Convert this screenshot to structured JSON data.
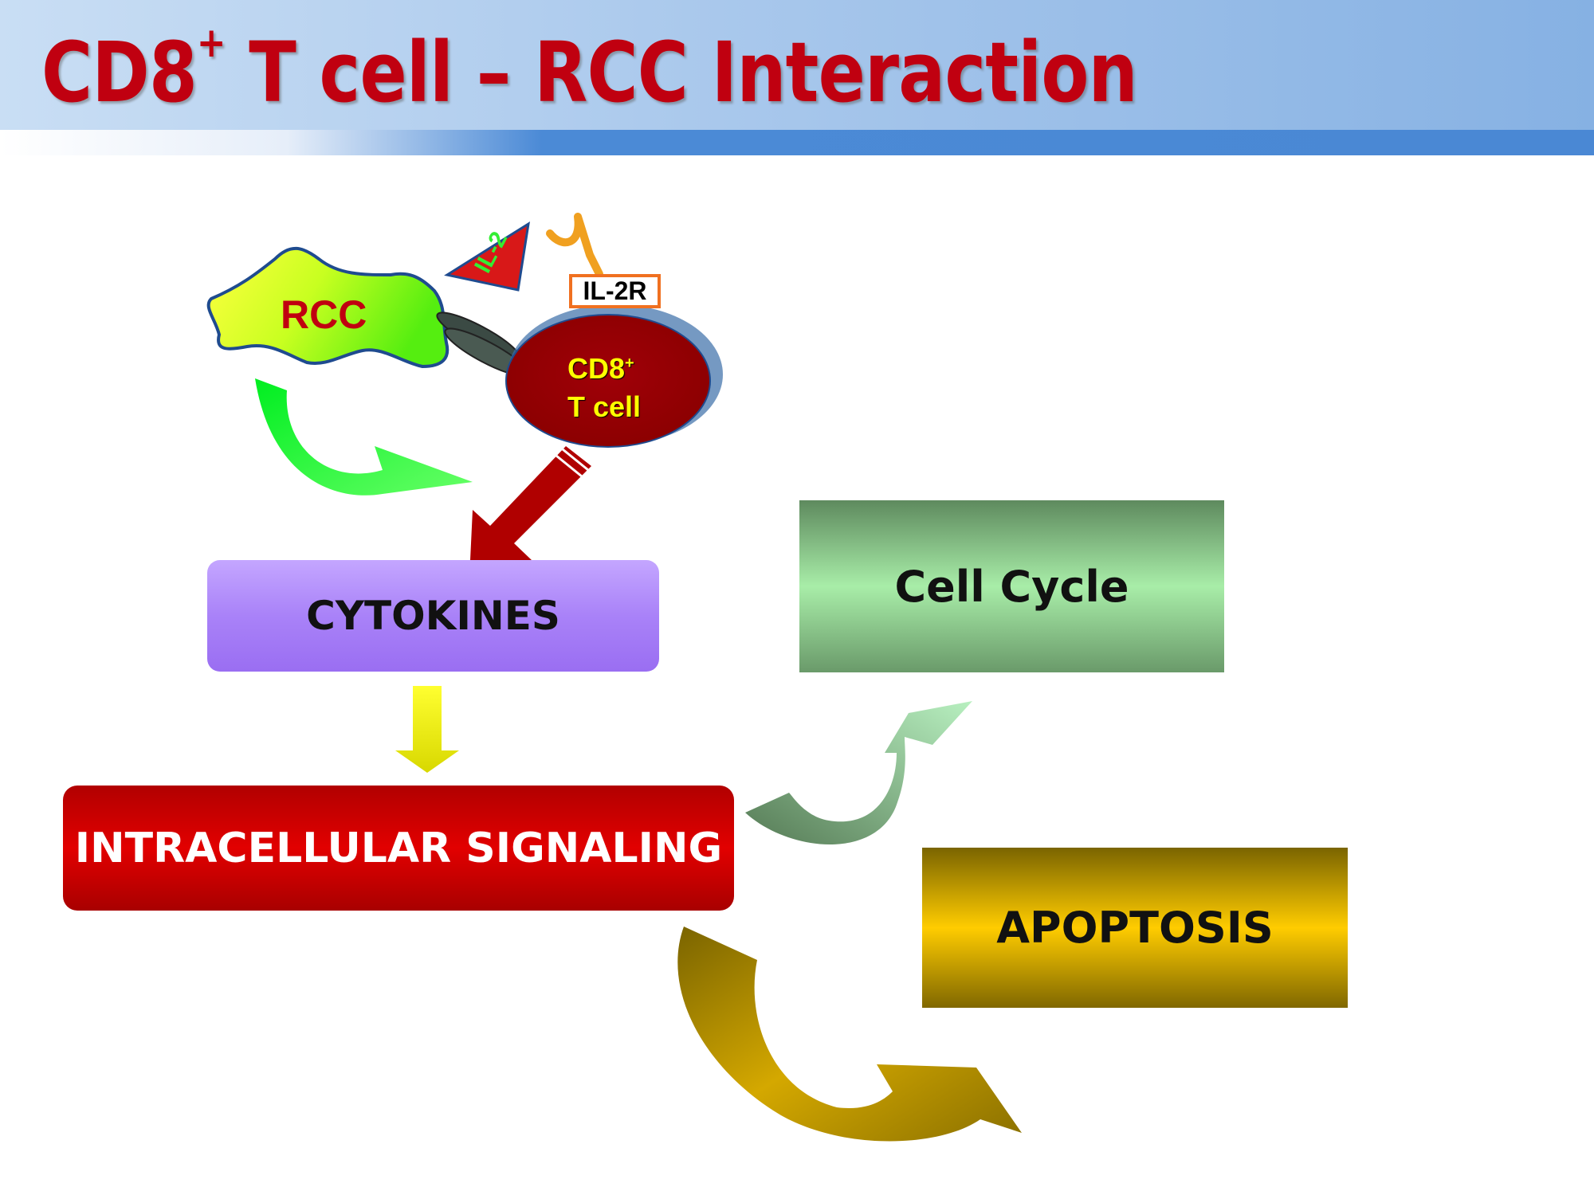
{
  "header": {
    "title_main": "CD8",
    "title_sup": "+",
    "title_rest": " T cell – RCC Interaction"
  },
  "diagram": {
    "rcc": "RCC",
    "il2": "IL-2",
    "il2r": "IL-2R",
    "tcell_line1": "CD8",
    "tcell_sup": "+",
    "tcell_line2": "T cell",
    "cytokines": "CYTOKINES",
    "intracellular": "INTRACELLULAR SIGNALING",
    "cell_cycle": "Cell Cycle",
    "apoptosis": "APOPTOSIS"
  },
  "colors": {
    "title": "#c00010",
    "header_bar": "#4a88d4",
    "cytokines": "#a982f8",
    "intracellular": "#e20000",
    "cell_cycle": "#a8eda8",
    "apoptosis": "#ffcc00"
  }
}
